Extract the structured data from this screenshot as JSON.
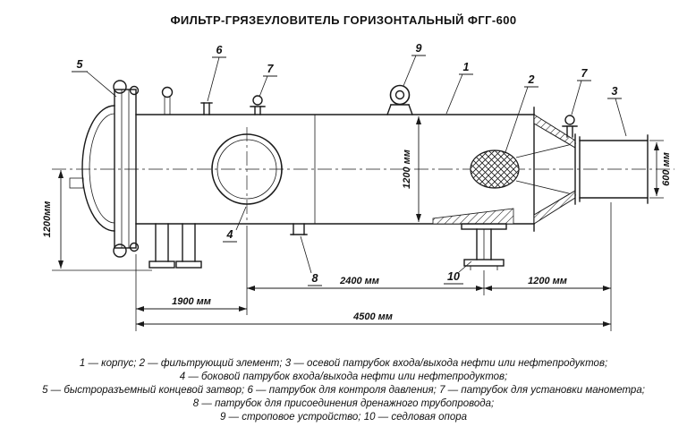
{
  "title": "ФИЛЬТР-ГРЯЗЕУЛОВИТЕЛЬ ГОРИЗОНТАЛЬНЫЙ ФГГ-600",
  "drawing": {
    "dim_left_height": "1200мм",
    "dim_body_height": "1200 мм",
    "dim_nozzle_height": "600 мм",
    "dim_span_1900": "1900 мм",
    "dim_span_2400": "2400 мм",
    "dim_span_1200": "1200 мм",
    "dim_span_4500": "4500 мм",
    "callouts": {
      "body": "1",
      "filter_element": "2",
      "axial_nozzle": "3",
      "side_nozzle": "4",
      "end_closure": "5",
      "pressure_nozzle": "6",
      "gauge_nozzle_left": "7",
      "gauge_nozzle_right": "7",
      "drain_nozzle": "8",
      "sling_device": "9",
      "saddle_support": "10"
    }
  },
  "legend": {
    "line1": "1 — корпус; 2 — фильтрующий элемент; 3 — осевой патрубок входа/выхода нефти или нефтепродуктов;",
    "line2": "4 — боковой патрубок входа/выхода нефти или нефтепродуктов;",
    "line3": "5 — быстроразъемный концевой затвор; 6 — патрубок для контроля давления; 7 — патрубок для установки манометра;",
    "line4": "8 — патрубок для присоединения дренажного трубопровода;",
    "line5": "9 — строповое устройство; 10 — седловая опора"
  },
  "colors": {
    "line": "#1a1a1a",
    "background": "#ffffff"
  }
}
